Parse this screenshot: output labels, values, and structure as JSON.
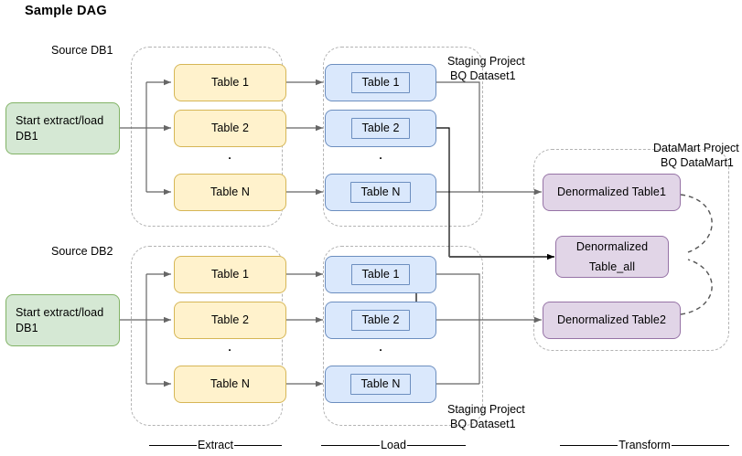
{
  "title": "Sample DAG",
  "sources": [
    {
      "group_label": "Source DB1",
      "start_label": "Start extract/load\nDB1"
    },
    {
      "group_label": "Source DB2",
      "start_label": "Start extract/load\nDB1"
    }
  ],
  "extract": {
    "tables": [
      "Table 1",
      "Table 2",
      "Table N"
    ],
    "ellipsis": "."
  },
  "load": {
    "tables": [
      "Table 1",
      "Table 2",
      "Table N"
    ],
    "group_label_line1": "Staging Project",
    "group_label_line2": "BQ Dataset1",
    "ellipsis": "."
  },
  "transform": {
    "group_label_line1": "DataMart Project",
    "group_label_line2": "BQ DataMart1",
    "tables": [
      {
        "label": "Denormalized Table1",
        "lines": [
          "Denormalized Table1"
        ]
      },
      {
        "label": "Denormalized Table_all",
        "lines": [
          "Denormalized",
          "Table_all"
        ]
      },
      {
        "label": "Denormalized Table2",
        "lines": [
          "Denormalized Table2"
        ]
      }
    ]
  },
  "stages": [
    {
      "name": "Extract"
    },
    {
      "name": "Load"
    },
    {
      "name": "Transform"
    }
  ],
  "colors": {
    "green_fill": "#d5e8d4",
    "green_stroke": "#82b366",
    "yellow_fill": "#fff2cc",
    "yellow_stroke": "#d6b656",
    "blue_fill": "#dae8fc",
    "blue_stroke": "#6c8ebf",
    "purple_fill": "#e1d5e7",
    "purple_stroke": "#9673a6",
    "group_dash": "#b3b3b3",
    "edge": "#666666",
    "edge_dark": "#000000"
  }
}
